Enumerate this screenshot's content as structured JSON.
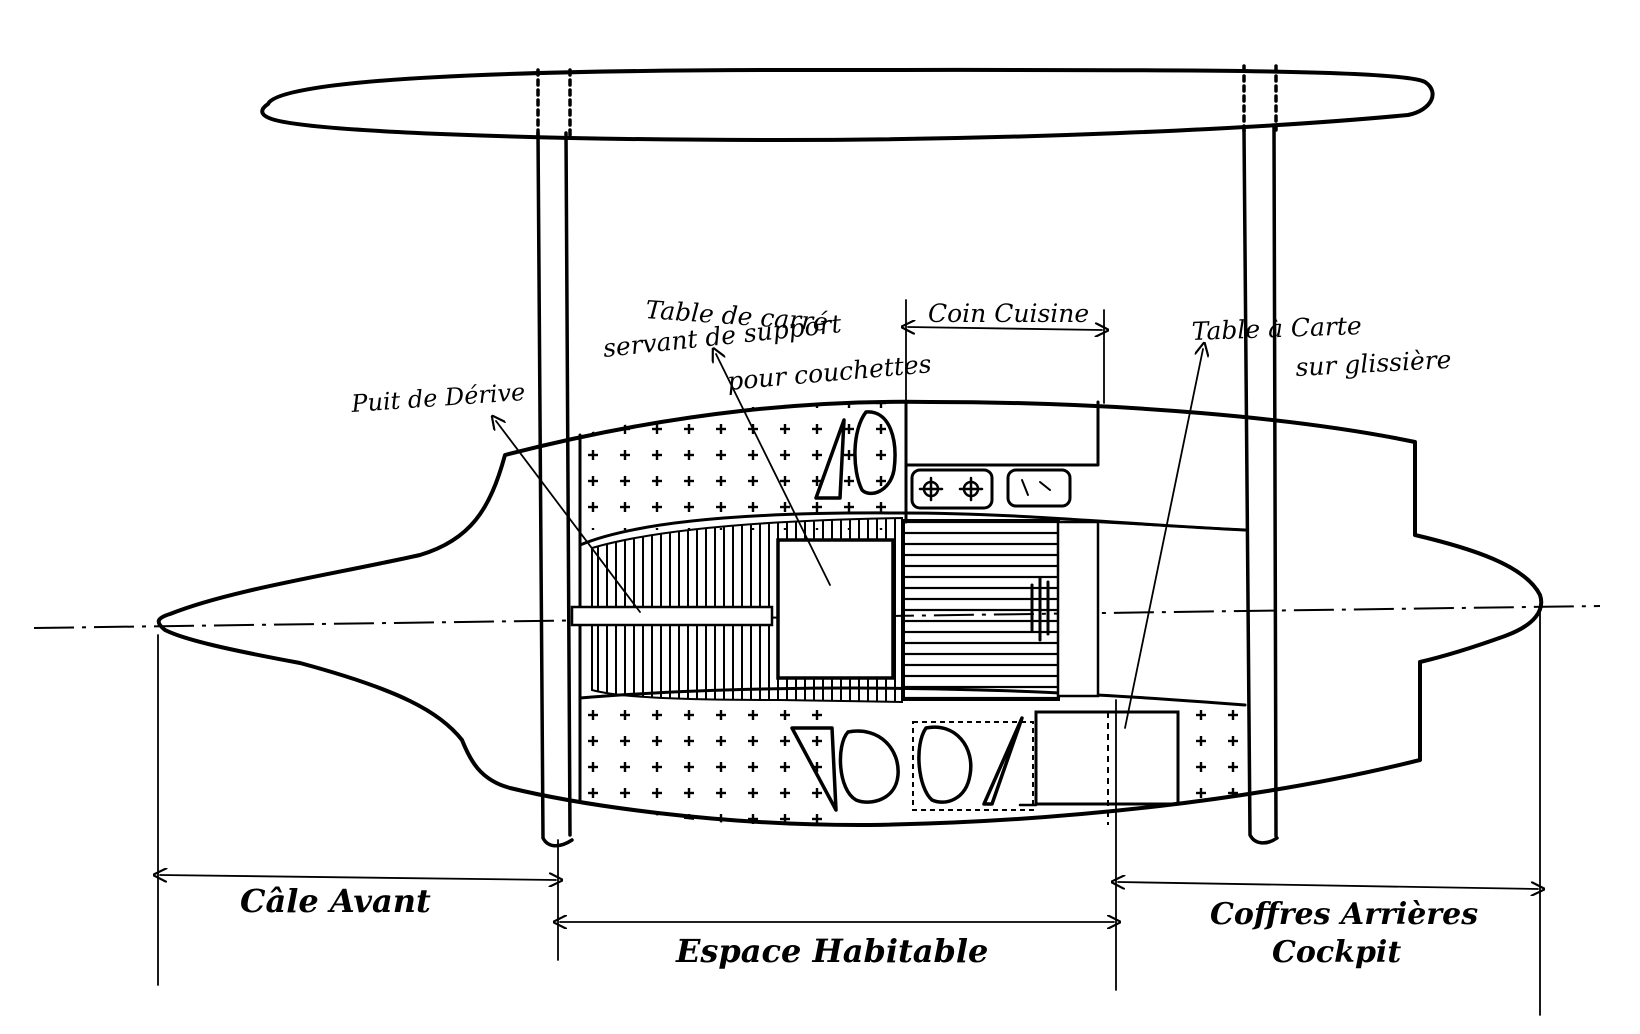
{
  "labels": {
    "puit_derive": "Puit de Dérive",
    "table_carre_1": "Table de carré",
    "table_carre_2": "servant de support",
    "table_carre_3": "pour couchettes",
    "coin_cuisine": "Coin Cuisine",
    "table_carte_1": "Table à Carte",
    "table_carte_2": "sur glissière",
    "cale_avant": "Câle Avant",
    "espace_habitable": "Espace Habitable",
    "coffres_1": "Coffres Arrières",
    "coffres_2": "Cockpit"
  },
  "colors": {
    "ink": "#000000",
    "paper": "#ffffff"
  }
}
